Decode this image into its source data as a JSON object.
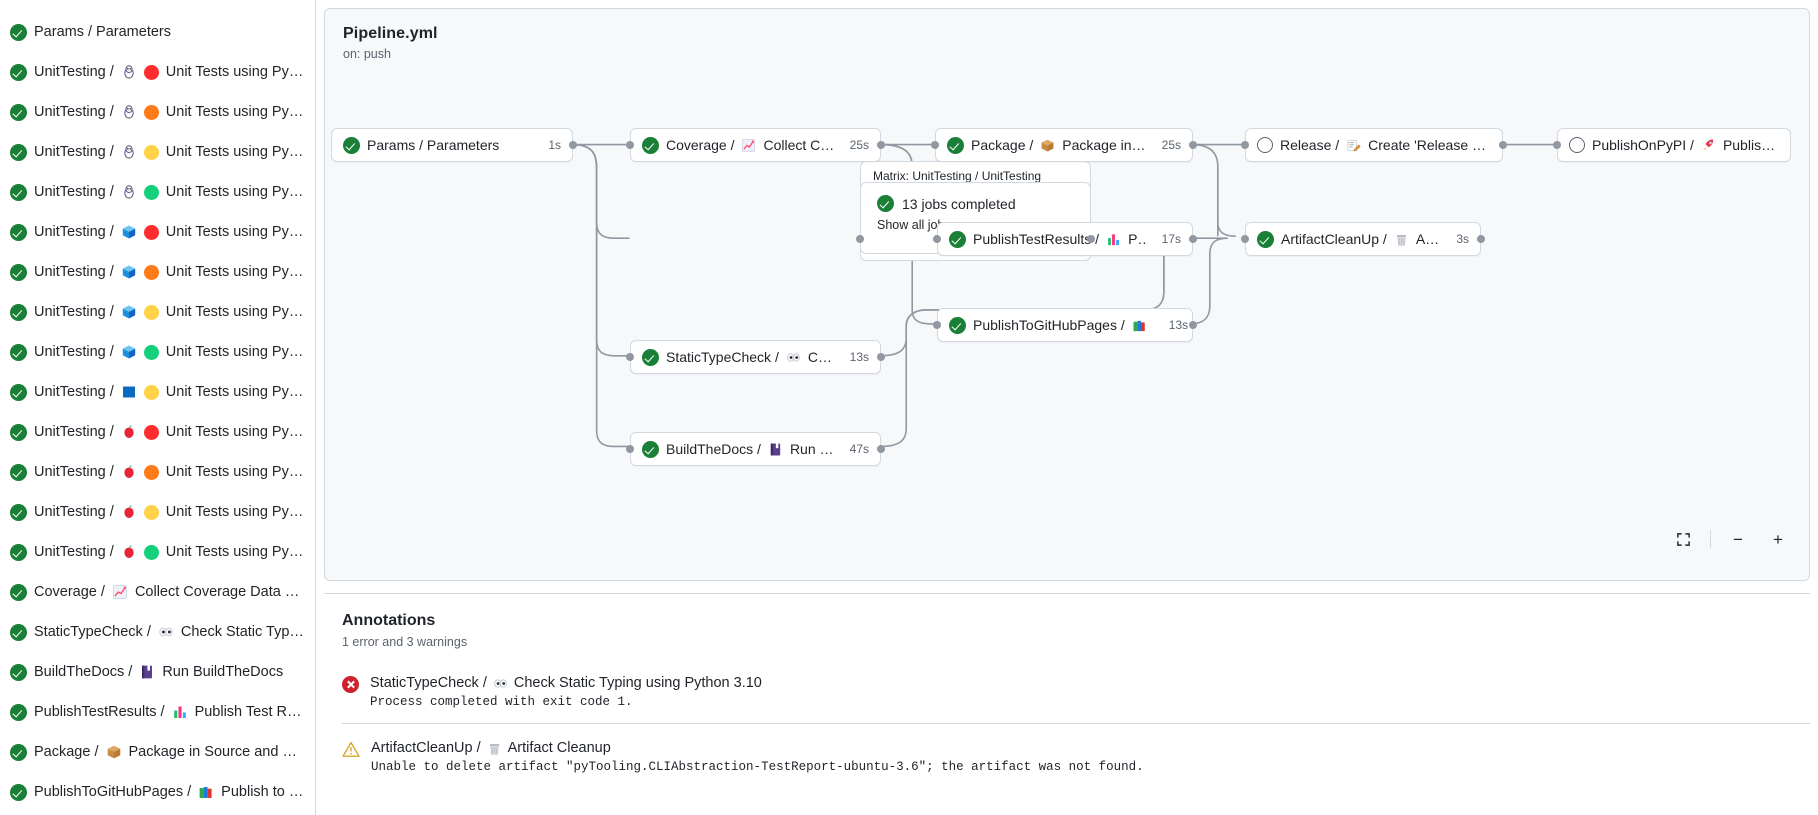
{
  "sidebar": {
    "items": [
      {
        "status": "success",
        "name": "Params / Parameters",
        "os": null,
        "py": null,
        "icon": null
      },
      {
        "status": "success",
        "name": "UnitTesting / ",
        "os": "linux-penguin-icon",
        "py": "#FF2D2D",
        "label2": "Unit Tests using Pyth..."
      },
      {
        "status": "success",
        "name": "UnitTesting / ",
        "os": "linux-penguin-icon",
        "py": "#FF7A18",
        "label2": "Unit Tests using Pyth..."
      },
      {
        "status": "success",
        "name": "UnitTesting / ",
        "os": "linux-penguin-icon",
        "py": "#FFD24A",
        "label2": "Unit Tests using Pyth..."
      },
      {
        "status": "success",
        "name": "UnitTesting / ",
        "os": "linux-penguin-icon",
        "py": "#15D07A",
        "label2": "Unit Tests using Pyth..."
      },
      {
        "status": "success",
        "name": "UnitTesting / ",
        "os": "windows-cube-icon",
        "py": "#FF2D2D",
        "label2": "Unit Tests using Pyth..."
      },
      {
        "status": "success",
        "name": "UnitTesting / ",
        "os": "windows-cube-icon",
        "py": "#FF7A18",
        "label2": "Unit Tests using Pyth..."
      },
      {
        "status": "success",
        "name": "UnitTesting / ",
        "os": "windows-cube-icon",
        "py": "#FFD24A",
        "label2": "Unit Tests using Pyth..."
      },
      {
        "status": "success",
        "name": "UnitTesting / ",
        "os": "windows-cube-icon",
        "py": "#15D07A",
        "label2": "Unit Tests using Pyth..."
      },
      {
        "status": "success",
        "name": "UnitTesting / ",
        "os": "windows-square-icon",
        "py": "#FFD24A",
        "label2": "Unit Tests using Pyth..."
      },
      {
        "status": "success",
        "name": "UnitTesting / ",
        "os": "apple-icon",
        "py": "#FF2D2D",
        "label2": "Unit Tests using Pyth..."
      },
      {
        "status": "success",
        "name": "UnitTesting / ",
        "os": "apple-icon",
        "py": "#FF7A18",
        "label2": "Unit Tests using Pyth..."
      },
      {
        "status": "success",
        "name": "UnitTesting / ",
        "os": "apple-icon",
        "py": "#FFD24A",
        "label2": "Unit Tests using Pyth..."
      },
      {
        "status": "success",
        "name": "UnitTesting / ",
        "os": "apple-icon",
        "py": "#15D07A",
        "label2": "Unit Tests using Pyth..."
      },
      {
        "status": "success",
        "name": "Coverage / ",
        "os": "chart-increasing-icon",
        "py": null,
        "label2": "Collect Coverage Data usi..."
      },
      {
        "status": "success",
        "name": "StaticTypeCheck / ",
        "os": "eyes-icon",
        "py": null,
        "label2": "Check Static Typing..."
      },
      {
        "status": "success",
        "name": "BuildTheDocs / ",
        "os": "notebook-icon",
        "py": null,
        "label2": "Run BuildTheDocs"
      },
      {
        "status": "success",
        "name": "PublishTestResults / ",
        "os": "bar-chart-icon",
        "py": null,
        "label2": "Publish Test Resu..."
      },
      {
        "status": "success",
        "name": "Package / ",
        "os": "package-box-icon",
        "py": null,
        "label2": "Package in Source and Wh..."
      },
      {
        "status": "success",
        "name": "PublishToGitHubPages / ",
        "os": "books-icon",
        "py": null,
        "label2": "Publish to G..."
      }
    ]
  },
  "graph": {
    "title": "Pipeline.yml",
    "subtitle": "on: push",
    "nodes": [
      {
        "id": "params",
        "status": "success",
        "prefix": "Params / Parameters",
        "icon": null,
        "suffix": "",
        "duration": "1s"
      },
      {
        "id": "coverage",
        "status": "success",
        "prefix": "Coverage / ",
        "icon": "chart-increasing-icon",
        "suffix": "Collect Cove...",
        "duration": "25s"
      },
      {
        "id": "package",
        "status": "success",
        "prefix": "Package / ",
        "icon": "package-box-icon",
        "suffix": "Package in So...",
        "duration": "25s"
      },
      {
        "id": "release",
        "status": "pending",
        "prefix": "Release / ",
        "icon": "memo-icon",
        "suffix": "Create 'Release P...",
        "duration": ""
      },
      {
        "id": "pypi",
        "status": "pending",
        "prefix": "PublishOnPyPI / ",
        "icon": "rocket-icon",
        "suffix": "Publish to ...",
        "duration": ""
      },
      {
        "id": "testresults",
        "status": "success",
        "prefix": "PublishTestResults / ",
        "icon": "bar-chart-icon",
        "suffix": "Pu...",
        "duration": "17s"
      },
      {
        "id": "artifact",
        "status": "success",
        "prefix": "ArtifactCleanUp / ",
        "icon": "wastebasket-icon",
        "suffix": "Artifac...",
        "duration": "3s"
      },
      {
        "id": "ghpages",
        "status": "success",
        "prefix": "PublishToGitHubPages / ",
        "icon": "books-icon",
        "suffix": "...",
        "duration": "13s"
      },
      {
        "id": "statictype",
        "status": "success",
        "prefix": "StaticTypeCheck / ",
        "icon": "eyes-icon",
        "suffix": "Chec...",
        "duration": "13s"
      },
      {
        "id": "builddocs",
        "status": "success",
        "prefix": "BuildTheDocs / ",
        "icon": "notebook-icon",
        "suffix": "Run Buil...",
        "duration": "47s"
      }
    ],
    "matrix": {
      "label": "Matrix: UnitTesting / UnitTesting",
      "jobs_text": "13 jobs completed",
      "show_all": "Show all jobs"
    },
    "controls": {
      "fit": "fit-screen-icon",
      "zoom_out": "−",
      "zoom_in": "+"
    }
  },
  "annotations": {
    "title": "Annotations",
    "summary": "1 error and 3 warnings",
    "items": [
      {
        "severity": "error",
        "job": "StaticTypeCheck / ",
        "icon": "eyes-icon",
        "step": "Check Static Typing using Python 3.10",
        "message": "Process completed with exit code 1."
      },
      {
        "severity": "warning",
        "job": "ArtifactCleanUp / ",
        "icon": "wastebasket-icon",
        "step": "Artifact Cleanup",
        "message": "Unable to delete artifact \"pyTooling.CLIAbstraction-TestReport-ubuntu-3.6\"; the artifact was not found."
      }
    ]
  },
  "colors": {
    "success": "#1a7f37",
    "error": "#cf222e",
    "warning": "#d4a72c",
    "border": "#d1d9e0",
    "panel_bg": "#f6f8fa",
    "text": "#1f2328",
    "muted": "#59636e",
    "edge": "#9198a1"
  }
}
